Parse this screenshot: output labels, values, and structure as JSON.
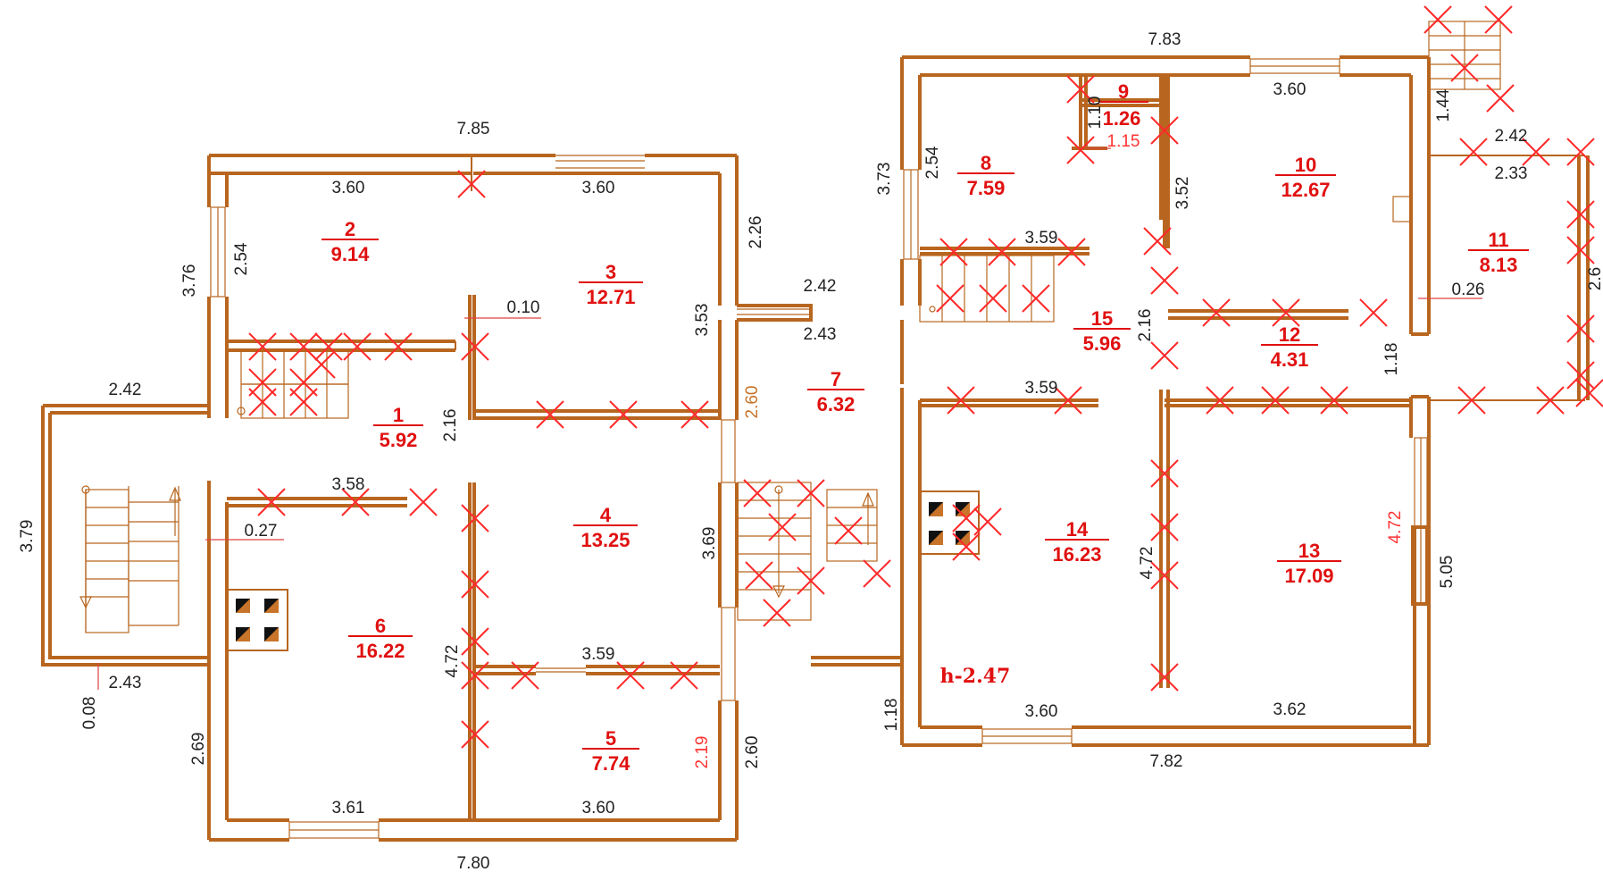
{
  "rooms": [
    {
      "num": "1",
      "area": "5.92"
    },
    {
      "num": "2",
      "area": "9.14"
    },
    {
      "num": "3",
      "area": "12.71"
    },
    {
      "num": "4",
      "area": "13.25"
    },
    {
      "num": "5",
      "area": "7.74"
    },
    {
      "num": "6",
      "area": "16.22"
    },
    {
      "num": "7",
      "area": "6.32"
    },
    {
      "num": "8",
      "area": "7.59"
    },
    {
      "num": "9",
      "area": "1.26"
    },
    {
      "num": "10",
      "area": "12.67"
    },
    {
      "num": "11",
      "area": "8.13"
    },
    {
      "num": "12",
      "area": "4.31"
    },
    {
      "num": "13",
      "area": "17.09"
    },
    {
      "num": "14",
      "area": "16.23"
    },
    {
      "num": "15",
      "area": "5.96"
    }
  ],
  "height_label": "h-2.47",
  "dimensions": {
    "left_top_width": "7.85",
    "left_top_r2": "3.60",
    "left_top_r3": "3.60",
    "left_r2_height": "2.54",
    "left_outer_376": "3.76",
    "r3_right_226": "2.26",
    "r3_height": "3.53",
    "wall_010": "0.10",
    "porch_top": "2.42",
    "porch_height": "3.79",
    "porch_bottom": "2.43",
    "porch_008": "0.08",
    "r6_027": "0.27",
    "r1_358": "3.58",
    "r1_216": "2.16",
    "r4_369": "3.69",
    "r4_359": "3.59",
    "r4_472": "4.72",
    "r5_260_orange": "2.60",
    "r5_219": "2.19",
    "r5_260": "2.60",
    "left_269": "2.69",
    "left_bot_361": "3.61",
    "left_bot_360": "3.60",
    "left_bot_width": "7.80",
    "corr_242": "2.42",
    "corr_243": "2.43",
    "right_top_width": "7.83",
    "right_top_360": "3.60",
    "r8_373": "3.73",
    "r8_254": "2.54",
    "r9_110": "1.10",
    "r9_115": "1.15",
    "r10_352": "3.52",
    "r15_359_top": "3.59",
    "r15_216": "2.16",
    "r14_359": "3.59",
    "r12_118": "1.18",
    "r11_026": "0.26",
    "r11_144": "1.44",
    "r11_242": "2.42",
    "r11_233": "2.33",
    "r11_edge": "2.6",
    "r14_472": "4.72",
    "r13_472": "4.72",
    "r13_505": "5.05",
    "right_118": "1.18",
    "right_bot_360": "3.60",
    "right_bot_362": "3.62",
    "right_bot_width": "7.82"
  },
  "colors": {
    "wall": "#b8661f",
    "label_red": "#e01010",
    "cross_red": "#ff2a2a",
    "dim_text": "#222222"
  }
}
